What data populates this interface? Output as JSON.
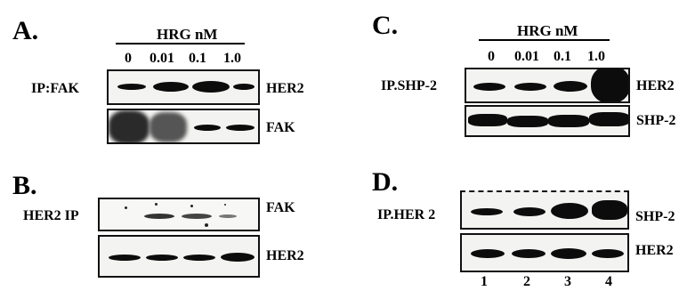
{
  "panelA": {
    "letter": "A.",
    "header": "HRG nM",
    "lanes": [
      "0",
      "0.01",
      "0.1",
      "1.0"
    ],
    "ip_label": "IP:FAK",
    "rows": [
      "HER2",
      "FAK"
    ]
  },
  "panelB": {
    "letter": "B.",
    "ip_label": "HER2 IP",
    "rows": [
      "FAK",
      "HER2"
    ]
  },
  "panelC": {
    "letter": "C.",
    "header": "HRG nM",
    "lanes": [
      "0",
      "0.01",
      "0.1",
      "1.0"
    ],
    "ip_label": "IP.SHP-2",
    "rows": [
      "HER2",
      "SHP-2"
    ]
  },
  "panelD": {
    "letter": "D.",
    "ip_label": "IP.HER 2",
    "rows": [
      "SHP-2",
      "HER2"
    ],
    "lanes": [
      "1",
      "2",
      "3",
      "4"
    ]
  }
}
